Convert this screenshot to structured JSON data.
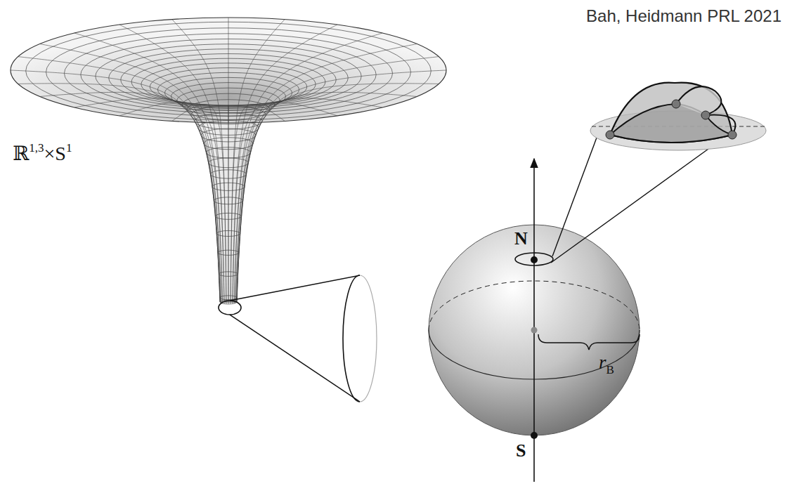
{
  "diagram": {
    "labels": [
      "Bah, Heidmann PRL 2021",
      "ℝ",
      "1,3",
      "×S",
      "1",
      "N",
      "S",
      "r",
      "B"
    ]
  }
}
